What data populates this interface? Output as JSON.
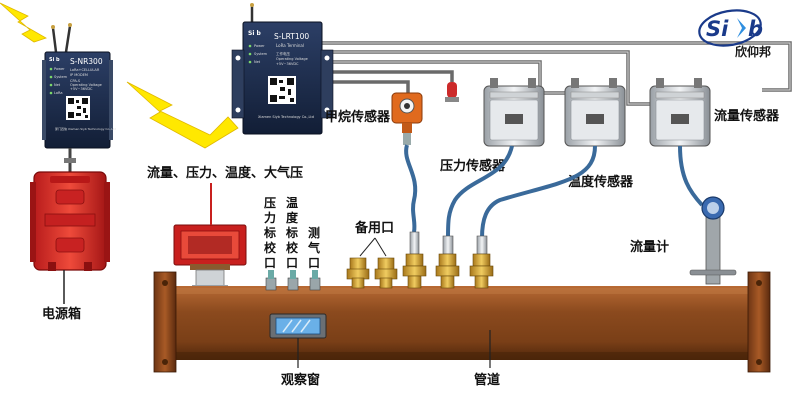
{
  "logo": {
    "brand": "Si",
    "brand_b": "b",
    "subtitle": "欣仰邦"
  },
  "devices": {
    "left": {
      "brand": "Si b",
      "model": "S-NR300",
      "line1": "LoRa+CELLULAR",
      "line2": "IP MODEM",
      "line3": "CPA-S",
      "line4": "Operating Voltage",
      "line5": "+5V~36VDC",
      "maker": "厦门四信 Xiamen Siyb Technology Co.,Ltd",
      "leds": [
        "Power",
        "System",
        "Net",
        "LoRa"
      ]
    },
    "right": {
      "brand": "Si b",
      "model": "S-LRT100",
      "line1": "LoRa Terminal",
      "line2": "工作电压",
      "line3": "Operating Voltage",
      "line4": "+5V~36VDC",
      "maker": "Xiamen Siyb Technology Co.,Ltd",
      "leds": [
        "Power",
        "System",
        "Net"
      ]
    }
  },
  "labels": {
    "power_box": "电源箱",
    "methane": "甲烷传感器",
    "pressure": "压力传感器",
    "temperature": "温度传感器",
    "flow_sensor": "流量传感器",
    "flow_meter": "流量计",
    "display_caption": "流量、压力、温度、大气压",
    "spare_port": "备用口",
    "pressure_port": [
      "压",
      "力",
      "标",
      "校",
      "口"
    ],
    "temp_port": [
      "温",
      "度",
      "标",
      "校",
      "口"
    ],
    "atm_port": [
      "测",
      "气",
      "口"
    ],
    "window": "观察窗",
    "pipe": "管道"
  },
  "colors": {
    "pipe": "#8b4a1e",
    "pipe_dark": "#5e2e0e",
    "device": "#1a2a4a",
    "bolt": "#ffe800",
    "box": "#d42828",
    "brass": "#d4a838",
    "cable": "#3a6a9a",
    "logo": "#1a3a8a"
  }
}
